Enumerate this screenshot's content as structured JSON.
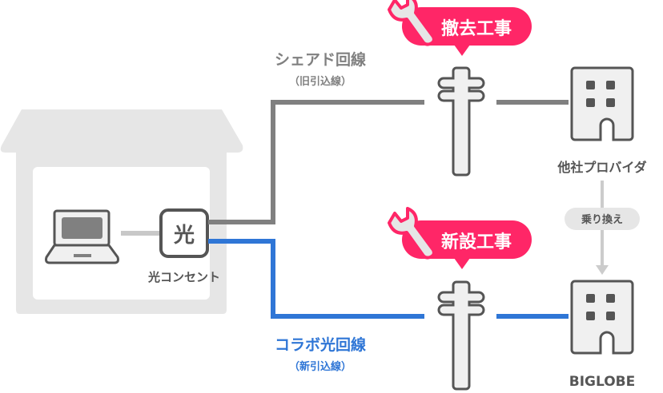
{
  "outlet": {
    "glyph": "光",
    "label": "光コンセント"
  },
  "old_line": {
    "title": "シェアド回線",
    "subtitle": "（旧引込線）"
  },
  "new_line": {
    "title": "コラボ光回線",
    "subtitle": "（新引込線）"
  },
  "badges": {
    "removal": "撤去工事",
    "install": "新設工事"
  },
  "providers": {
    "other": "他社プロバイダ",
    "biglobe": "BIGLOBE"
  },
  "switch_label": "乗り換え",
  "colors": {
    "old_line": "#808080",
    "new_line": "#2f76d6",
    "badge": "#ff2667",
    "house": "#e6e6e6",
    "dark": "#555555"
  }
}
